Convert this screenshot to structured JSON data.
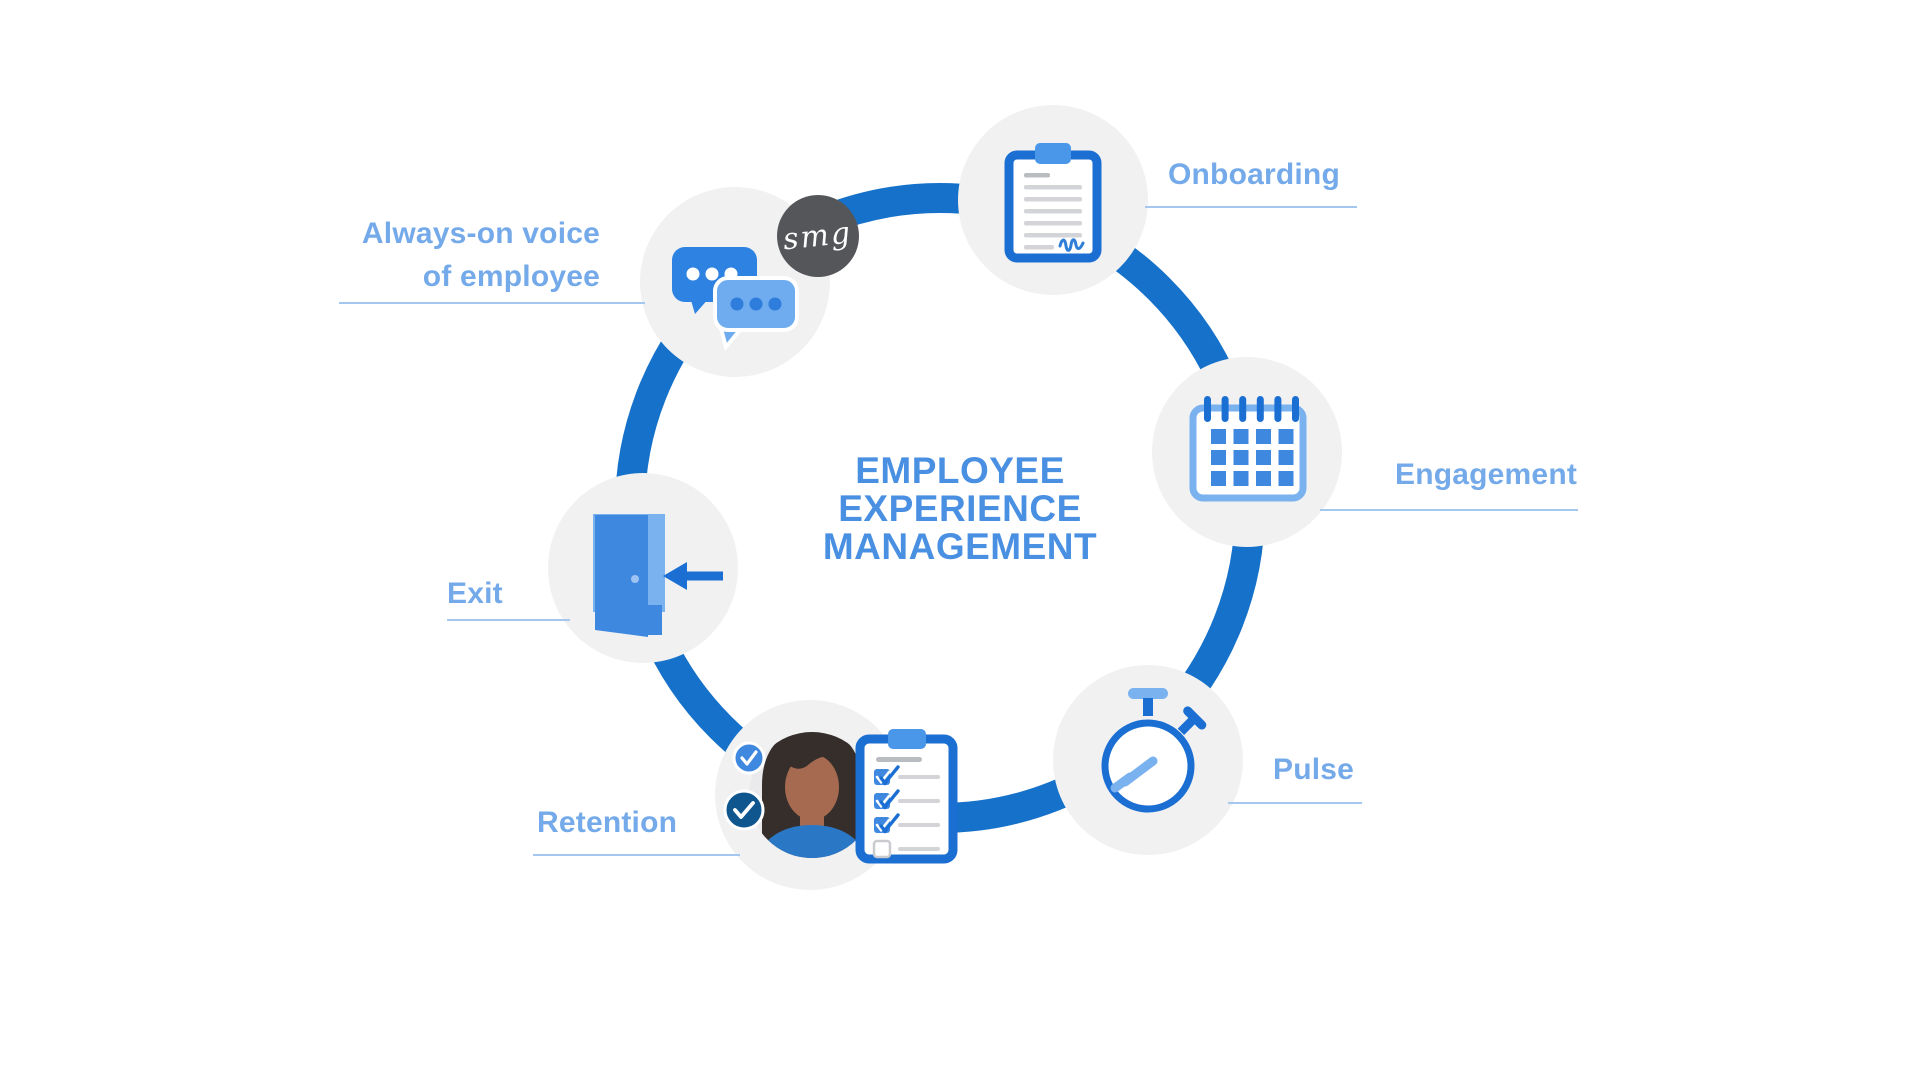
{
  "title": {
    "line1": "EMPLOYEE",
    "line2": "EXPERIENCE",
    "line3": "MANAGEMENT"
  },
  "brand": {
    "logo_text": "smg"
  },
  "stages": [
    {
      "id": "onboarding",
      "label": "Onboarding",
      "icon": "clipboard-signature-icon"
    },
    {
      "id": "engagement",
      "label": "Engagement",
      "icon": "calendar-icon"
    },
    {
      "id": "pulse",
      "label": "Pulse",
      "icon": "stopwatch-icon"
    },
    {
      "id": "retention",
      "label": "Retention",
      "icon": "employee-checklist-icon"
    },
    {
      "id": "exit",
      "label": "Exit",
      "icon": "open-door-arrow-icon"
    },
    {
      "id": "always_on_voice",
      "label_line1": "Always-on voice",
      "label_line2": "of employee",
      "icon": "chat-bubbles-icon"
    }
  ],
  "theme": {
    "ring_blue": "#1571c9",
    "title_blue": "#4a90e2",
    "label_blue": "#74aae9",
    "underline_blue": "#a5c6ee",
    "node_gray": "#f1f1f2",
    "logo_gray": "#55565a",
    "icon_dark": "#1c6fd2",
    "icon_mid": "#3f88e0",
    "icon_light": "#7ab2f0"
  }
}
